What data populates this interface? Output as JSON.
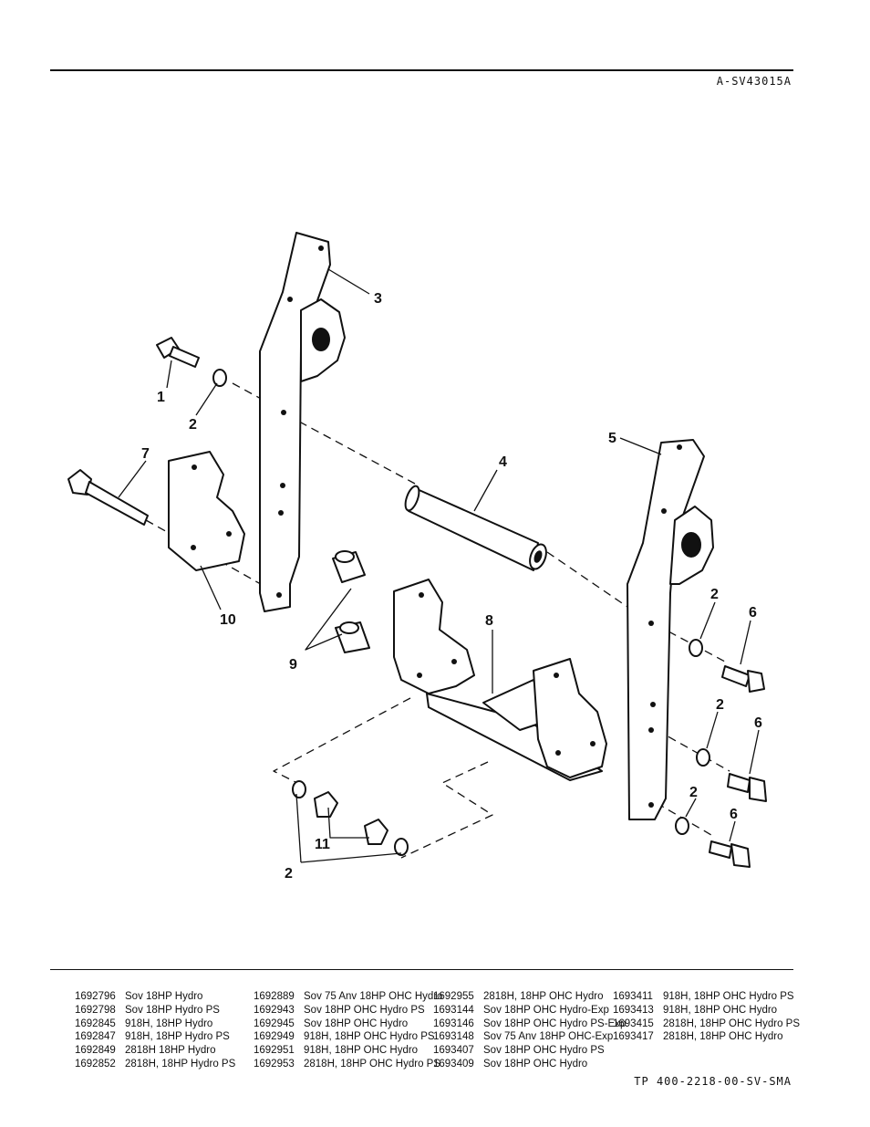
{
  "header": {
    "drawing_code": "A-SV43015A"
  },
  "footer": {
    "doc_number": "TP 400-2218-00-SV-SMA"
  },
  "callouts": {
    "c1": "1",
    "c2a": "2",
    "c3": "3",
    "c4": "4",
    "c5": "5",
    "c6a": "6",
    "c6b": "6",
    "c6c": "6",
    "c7": "7",
    "c8": "8",
    "c9": "9",
    "c10": "10",
    "c11": "11",
    "c2b": "2",
    "c2c": "2",
    "c2d": "2",
    "c2e": "2"
  },
  "models": [
    [
      {
        "num": "1692796",
        "desc": "Sov 18HP Hydro"
      },
      {
        "num": "1692798",
        "desc": "Sov 18HP Hydro PS"
      },
      {
        "num": "1692845",
        "desc": "918H, 18HP Hydro"
      },
      {
        "num": "1692847",
        "desc": "918H, 18HP Hydro PS"
      },
      {
        "num": "1692849",
        "desc": "2818H 18HP Hydro"
      },
      {
        "num": "1692852",
        "desc": "2818H, 18HP Hydro PS"
      }
    ],
    [
      {
        "num": "1692889",
        "desc": "Sov 75 Anv 18HP OHC Hydro"
      },
      {
        "num": "1692943",
        "desc": "Sov 18HP OHC Hydro PS"
      },
      {
        "num": "1692945",
        "desc": "Sov 18HP OHC Hydro"
      },
      {
        "num": "1692949",
        "desc": "918H, 18HP OHC Hydro PS"
      },
      {
        "num": "1692951",
        "desc": "918H, 18HP OHC Hydro"
      },
      {
        "num": "1692953",
        "desc": "2818H, 18HP OHC Hydro PS"
      }
    ],
    [
      {
        "num": "1692955",
        "desc": "2818H, 18HP OHC Hydro"
      },
      {
        "num": "1693144",
        "desc": "Sov 18HP OHC Hydro-Exp"
      },
      {
        "num": "1693146",
        "desc": "Sov 18HP OHC Hydro PS-Exp"
      },
      {
        "num": "1693148",
        "desc": "Sov 75 Anv 18HP OHC-Exp"
      },
      {
        "num": "1693407",
        "desc": "Sov 18HP OHC Hydro PS"
      },
      {
        "num": "1693409",
        "desc": "Sov 18HP OHC Hydro"
      }
    ],
    [
      {
        "num": "1693411",
        "desc": "918H, 18HP OHC Hydro PS"
      },
      {
        "num": "1693413",
        "desc": "918H, 18HP OHC Hydro"
      },
      {
        "num": "1693415",
        "desc": "2818H, 18HP OHC Hydro PS"
      },
      {
        "num": "1693417",
        "desc": "2818H, 18HP OHC Hydro"
      }
    ]
  ]
}
